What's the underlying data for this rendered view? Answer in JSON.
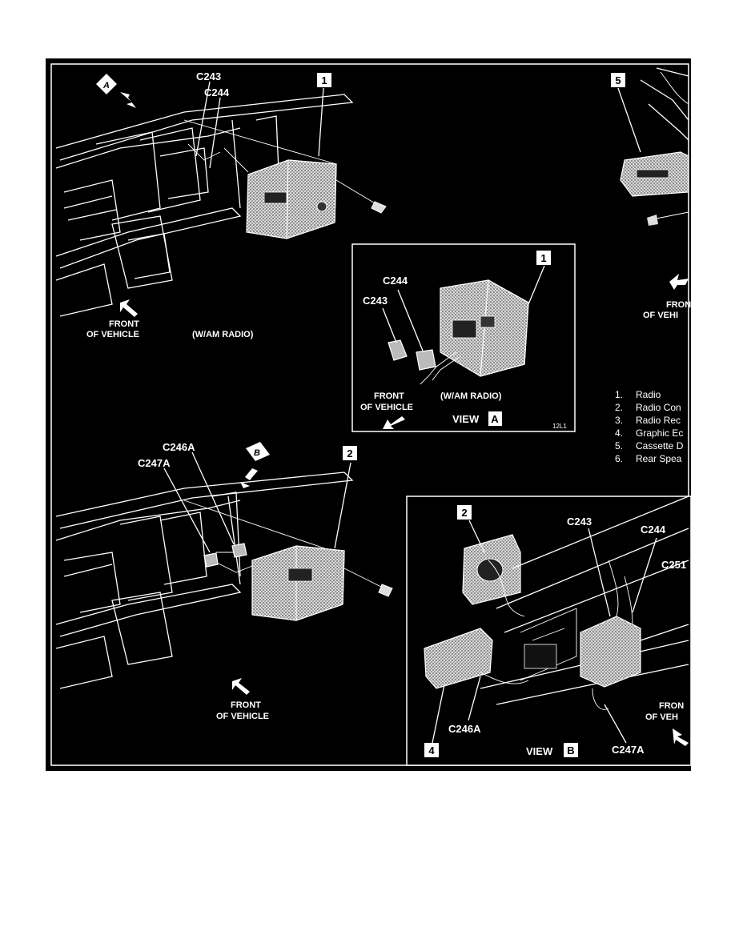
{
  "callouts": {
    "a_c243": "C243",
    "a_c244": "C244",
    "a_num1": "1",
    "a_front": [
      "FRONT",
      "OF VEHICLE"
    ],
    "a_radio": "(W/AM RADIO)",
    "view_a": {
      "c244": "C244",
      "c243": "C243",
      "num1": "1",
      "front": [
        "FRONT",
        "OF VEHICLE"
      ],
      "radio": "(W/AM RADIO)",
      "view": "VIEW",
      "view_letter": "A",
      "code": "12L1"
    },
    "top_right": {
      "num5": "5",
      "front": [
        "FRON",
        "OF VEHI"
      ]
    },
    "b_c246a": "C246A",
    "b_c247a": "C247A",
    "b_letter": "B",
    "b_num2": "2",
    "b_front": [
      "FRONT",
      "OF VEHICLE"
    ],
    "view_b": {
      "num2": "2",
      "c243": "C243",
      "c244": "C244",
      "c251": "C251",
      "front": [
        "FRON",
        "OF VEH"
      ],
      "num4": "4",
      "c246a": "C246A",
      "view": "VIEW",
      "view_letter": "B",
      "c247a": "C247A"
    },
    "a_letter": "A"
  },
  "legend": [
    {
      "num": "1.",
      "text": "Radio"
    },
    {
      "num": "2.",
      "text": "Radio Con"
    },
    {
      "num": "3.",
      "text": "Radio Rec"
    },
    {
      "num": "4.",
      "text": "Graphic Ec"
    },
    {
      "num": "5.",
      "text": "Cassette D"
    },
    {
      "num": "6.",
      "text": "Rear Spea"
    }
  ],
  "colors": {
    "background": "#000000",
    "linework": "#ffffff",
    "page": "#ffffff"
  }
}
